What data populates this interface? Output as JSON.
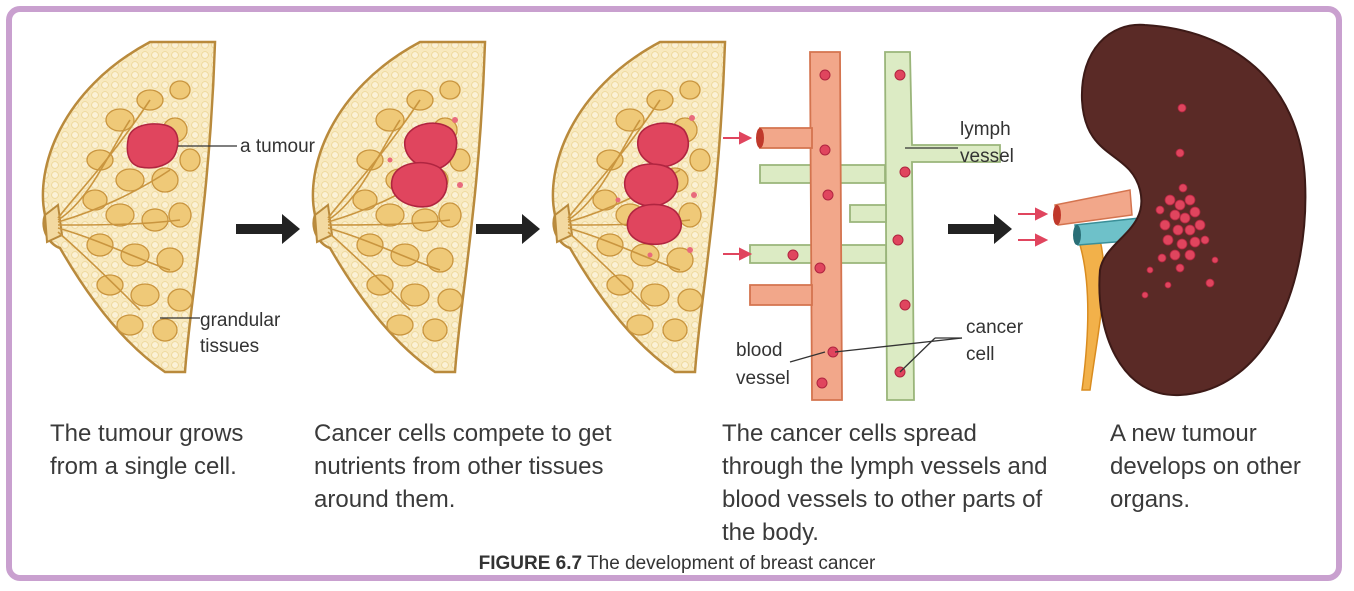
{
  "diagram": {
    "labels": {
      "tumour": "a tumour",
      "grandular_1": "grandular",
      "grandular_2": "tissues",
      "lymph_1": "lymph",
      "lymph_2": "vessel",
      "cancer_1": "cancer",
      "cancer_2": "cell",
      "blood_1": "blood",
      "blood_2": "vessel"
    },
    "captions": [
      {
        "lines": [
          "The tumour grows",
          "from a single cell."
        ]
      },
      {
        "lines": [
          "Cancer cells compete to get",
          "nutrients from other tissues",
          "around them."
        ]
      },
      {
        "lines": [
          "The cancer cells spread",
          "through the lymph vessels and",
          "blood vessels to other parts of",
          "the body."
        ]
      },
      {
        "lines": [
          "A new tumour",
          "develops on other",
          "organs."
        ]
      }
    ],
    "figure": {
      "number": "FIGURE 6.7",
      "title": "The development of breast cancer"
    }
  },
  "colors": {
    "frame": "#c9a0cf",
    "breast_fill": "#f6e3b0",
    "lobule": "#efc978",
    "tumour": "#e0455e",
    "blood_vessel": "#f2a78a",
    "lymph_vessel": "#dcebc4",
    "organ": "#5a2a26",
    "arrow": "#222222"
  }
}
